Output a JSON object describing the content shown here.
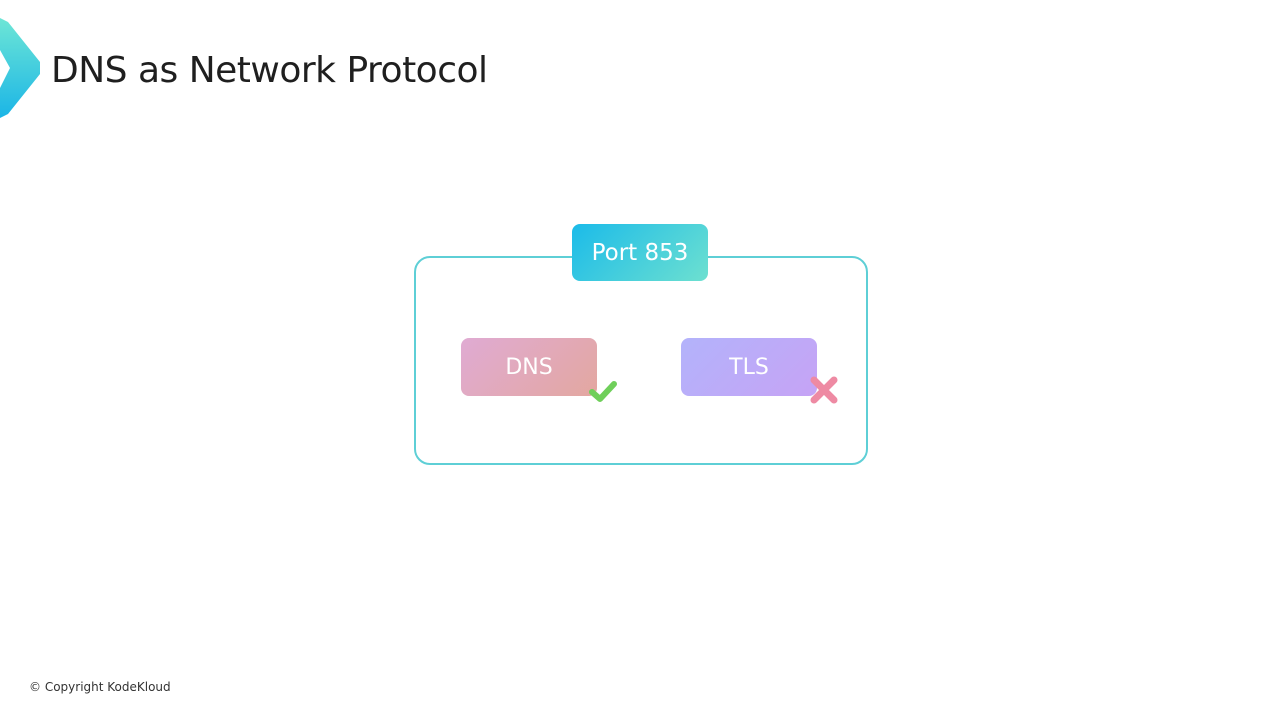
{
  "header": {
    "title": "DNS as Network Protocol",
    "logo_icon": "kodekloud-chevron-logo"
  },
  "diagram": {
    "port_label": "Port 853",
    "items": [
      {
        "label": "DNS",
        "status": "allowed",
        "status_icon": "check-icon",
        "color": "#e0abd3"
      },
      {
        "label": "TLS",
        "status": "not-allowed",
        "status_icon": "cross-icon",
        "color": "#b3b3fb"
      }
    ],
    "frame_color": "#5ecfd6"
  },
  "footer": {
    "copyright": "© Copyright KodeKloud"
  }
}
